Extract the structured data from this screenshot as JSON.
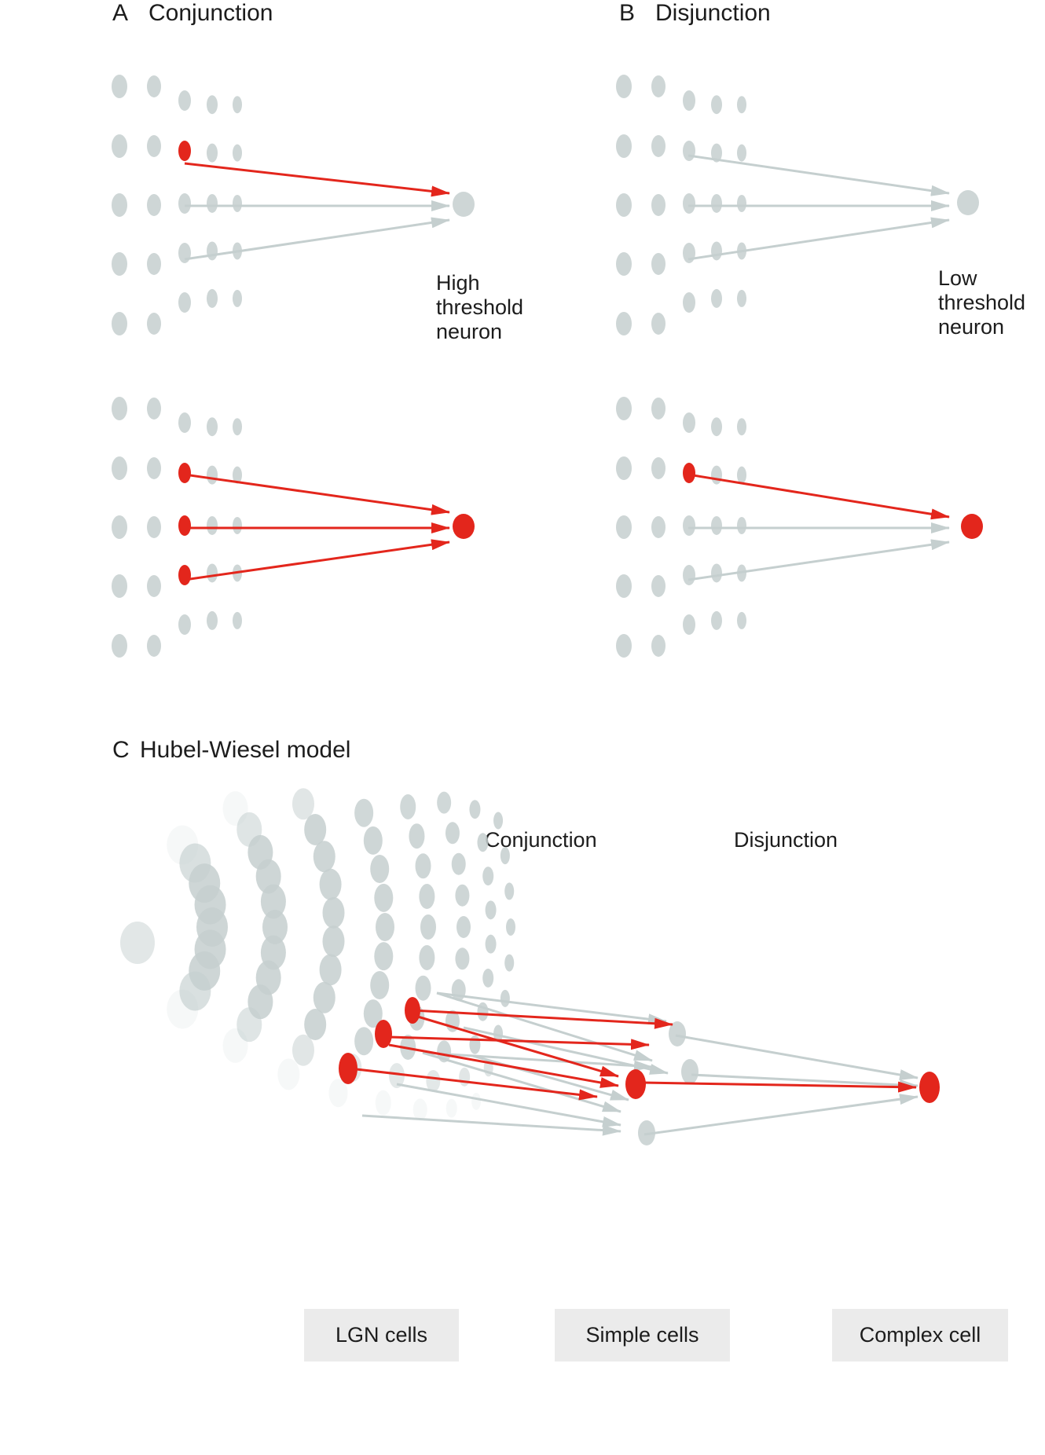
{
  "panels": {
    "a": {
      "letter": "A",
      "title": "Conjunction",
      "label": [
        "High",
        "threshold",
        "neuron"
      ]
    },
    "b": {
      "letter": "B",
      "title": "Disjunction",
      "label": [
        "Low",
        "threshold",
        "neuron"
      ]
    },
    "c": {
      "letter": "C",
      "title": "Hubel-Wiesel model",
      "conjunction_label": "Conjunction",
      "disjunction_label": "Disjunction",
      "layers": [
        "LGN cells",
        "Simple cells",
        "Complex cell"
      ]
    }
  },
  "colors": {
    "active": "#e3261c",
    "inactive": "#c5cfcf"
  }
}
